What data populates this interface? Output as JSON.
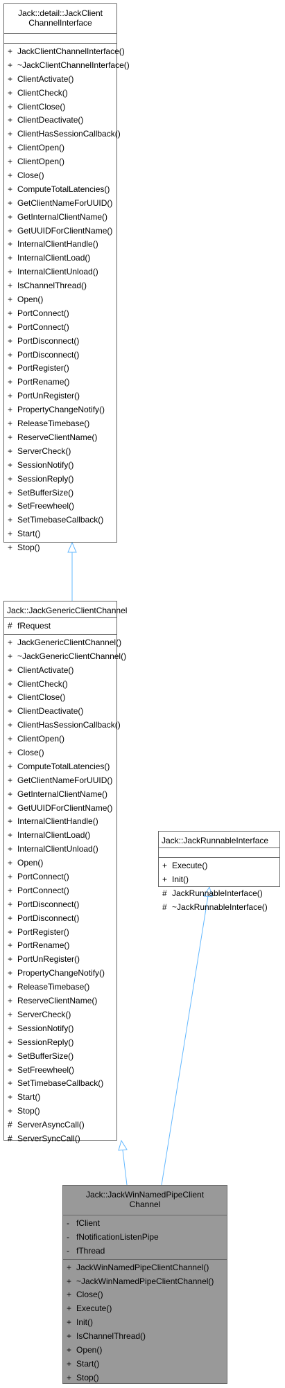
{
  "classes": {
    "channel_interface": {
      "name": "Jack::detail::JackClient\nChannelInterface",
      "attributes": [],
      "methods": [
        {
          "vis": "+",
          "name": "JackClientChannelInterface()"
        },
        {
          "vis": "+",
          "name": "~JackClientChannelInterface()"
        },
        {
          "vis": "+",
          "name": "ClientActivate()"
        },
        {
          "vis": "+",
          "name": "ClientCheck()"
        },
        {
          "vis": "+",
          "name": "ClientClose()"
        },
        {
          "vis": "+",
          "name": "ClientDeactivate()"
        },
        {
          "vis": "+",
          "name": "ClientHasSessionCallback()"
        },
        {
          "vis": "+",
          "name": "ClientOpen()"
        },
        {
          "vis": "+",
          "name": "ClientOpen()"
        },
        {
          "vis": "+",
          "name": "Close()"
        },
        {
          "vis": "+",
          "name": "ComputeTotalLatencies()"
        },
        {
          "vis": "+",
          "name": "GetClientNameForUUID()"
        },
        {
          "vis": "+",
          "name": "GetInternalClientName()"
        },
        {
          "vis": "+",
          "name": "GetUUIDForClientName()"
        },
        {
          "vis": "+",
          "name": "InternalClientHandle()"
        },
        {
          "vis": "+",
          "name": "InternalClientLoad()"
        },
        {
          "vis": "+",
          "name": "InternalClientUnload()"
        },
        {
          "vis": "+",
          "name": "IsChannelThread()"
        },
        {
          "vis": "+",
          "name": "Open()"
        },
        {
          "vis": "+",
          "name": "PortConnect()"
        },
        {
          "vis": "+",
          "name": "PortConnect()"
        },
        {
          "vis": "+",
          "name": "PortDisconnect()"
        },
        {
          "vis": "+",
          "name": "PortDisconnect()"
        },
        {
          "vis": "+",
          "name": "PortRegister()"
        },
        {
          "vis": "+",
          "name": "PortRename()"
        },
        {
          "vis": "+",
          "name": "PortUnRegister()"
        },
        {
          "vis": "+",
          "name": "PropertyChangeNotify()"
        },
        {
          "vis": "+",
          "name": "ReleaseTimebase()"
        },
        {
          "vis": "+",
          "name": "ReserveClientName()"
        },
        {
          "vis": "+",
          "name": "ServerCheck()"
        },
        {
          "vis": "+",
          "name": "SessionNotify()"
        },
        {
          "vis": "+",
          "name": "SessionReply()"
        },
        {
          "vis": "+",
          "name": "SetBufferSize()"
        },
        {
          "vis": "+",
          "name": "SetFreewheel()"
        },
        {
          "vis": "+",
          "name": "SetTimebaseCallback()"
        },
        {
          "vis": "+",
          "name": "Start()"
        },
        {
          "vis": "+",
          "name": "Stop()"
        }
      ]
    },
    "generic_client_channel": {
      "name": "Jack::JackGenericClientChannel",
      "attributes": [
        {
          "vis": "#",
          "name": "fRequest"
        }
      ],
      "methods": [
        {
          "vis": "+",
          "name": "JackGenericClientChannel()"
        },
        {
          "vis": "+",
          "name": "~JackGenericClientChannel()"
        },
        {
          "vis": "+",
          "name": "ClientActivate()"
        },
        {
          "vis": "+",
          "name": "ClientCheck()"
        },
        {
          "vis": "+",
          "name": "ClientClose()"
        },
        {
          "vis": "+",
          "name": "ClientDeactivate()"
        },
        {
          "vis": "+",
          "name": "ClientHasSessionCallback()"
        },
        {
          "vis": "+",
          "name": "ClientOpen()"
        },
        {
          "vis": "+",
          "name": "Close()"
        },
        {
          "vis": "+",
          "name": "ComputeTotalLatencies()"
        },
        {
          "vis": "+",
          "name": "GetClientNameForUUID()"
        },
        {
          "vis": "+",
          "name": "GetInternalClientName()"
        },
        {
          "vis": "+",
          "name": "GetUUIDForClientName()"
        },
        {
          "vis": "+",
          "name": "InternalClientHandle()"
        },
        {
          "vis": "+",
          "name": "InternalClientLoad()"
        },
        {
          "vis": "+",
          "name": "InternalClientUnload()"
        },
        {
          "vis": "+",
          "name": "Open()"
        },
        {
          "vis": "+",
          "name": "PortConnect()"
        },
        {
          "vis": "+",
          "name": "PortConnect()"
        },
        {
          "vis": "+",
          "name": "PortDisconnect()"
        },
        {
          "vis": "+",
          "name": "PortDisconnect()"
        },
        {
          "vis": "+",
          "name": "PortRegister()"
        },
        {
          "vis": "+",
          "name": "PortRename()"
        },
        {
          "vis": "+",
          "name": "PortUnRegister()"
        },
        {
          "vis": "+",
          "name": "PropertyChangeNotify()"
        },
        {
          "vis": "+",
          "name": "ReleaseTimebase()"
        },
        {
          "vis": "+",
          "name": "ReserveClientName()"
        },
        {
          "vis": "+",
          "name": "ServerCheck()"
        },
        {
          "vis": "+",
          "name": "SessionNotify()"
        },
        {
          "vis": "+",
          "name": "SessionReply()"
        },
        {
          "vis": "+",
          "name": "SetBufferSize()"
        },
        {
          "vis": "+",
          "name": "SetFreewheel()"
        },
        {
          "vis": "+",
          "name": "SetTimebaseCallback()"
        },
        {
          "vis": "+",
          "name": "Start()"
        },
        {
          "vis": "+",
          "name": "Stop()"
        },
        {
          "vis": "#",
          "name": "ServerAsyncCall()"
        },
        {
          "vis": "#",
          "name": "ServerSyncCall()"
        }
      ]
    },
    "runnable_interface": {
      "name": "Jack::JackRunnableInterface",
      "attributes": [],
      "methods": [
        {
          "vis": "+",
          "name": "Execute()"
        },
        {
          "vis": "+",
          "name": "Init()"
        },
        {
          "vis": "#",
          "name": "JackRunnableInterface()"
        },
        {
          "vis": "#",
          "name": "~JackRunnableInterface()"
        }
      ]
    },
    "win_named_pipe_client_channel": {
      "name": "Jack::JackWinNamedPipeClient\nChannel",
      "attributes": [
        {
          "vis": "-",
          "name": "fClient"
        },
        {
          "vis": "-",
          "name": "fNotificationListenPipe"
        },
        {
          "vis": "-",
          "name": "fThread"
        }
      ],
      "methods": [
        {
          "vis": "+",
          "name": "JackWinNamedPipeClientChannel()"
        },
        {
          "vis": "+",
          "name": "~JackWinNamedPipeClientChannel()"
        },
        {
          "vis": "+",
          "name": "Close()"
        },
        {
          "vis": "+",
          "name": "Execute()"
        },
        {
          "vis": "+",
          "name": "Init()"
        },
        {
          "vis": "+",
          "name": "IsChannelThread()"
        },
        {
          "vis": "+",
          "name": "Open()"
        },
        {
          "vis": "+",
          "name": "Start()"
        },
        {
          "vis": "+",
          "name": "Stop()"
        }
      ]
    }
  },
  "colors": {
    "edge": "#63b8ff",
    "border": "#666666",
    "current_fill": "#999999"
  }
}
